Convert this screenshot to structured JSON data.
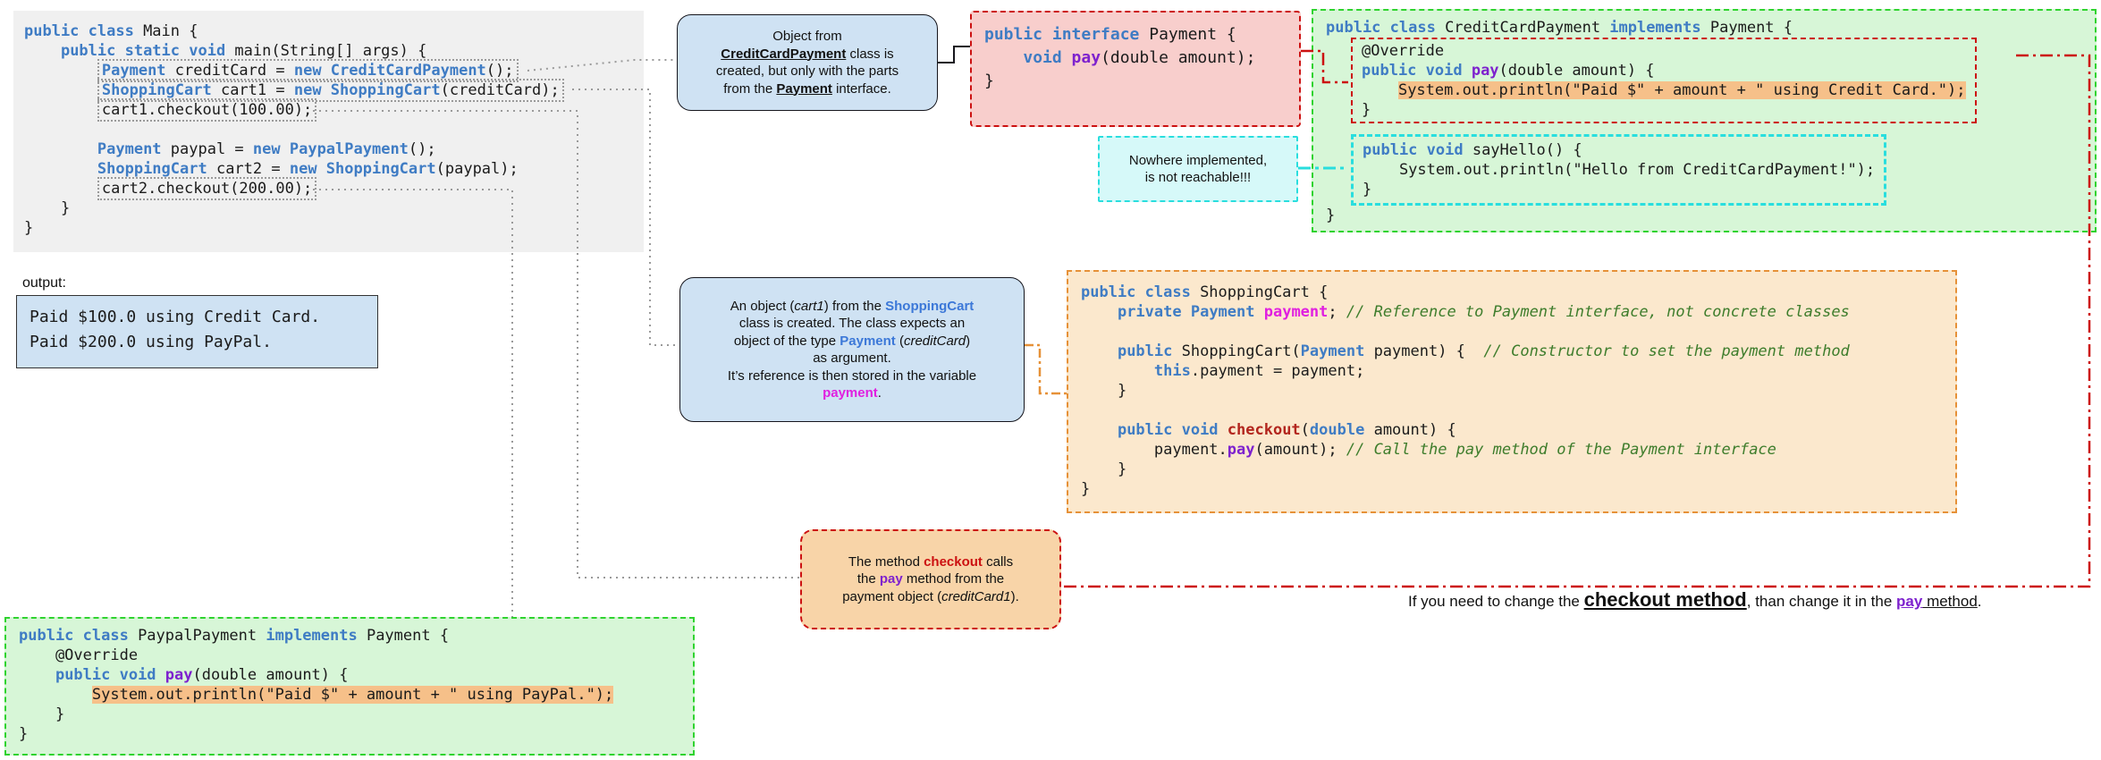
{
  "palette": {
    "keyword_blue": "#3f7cc4",
    "method_purple": "#7e22ce",
    "field_magenta": "#e020e0",
    "checkout_red": "#b3261e",
    "comment_green": "#3e7d2c",
    "highlight_orange": "#f6c089",
    "panel_gray": "#f0f0f0",
    "blue_fill": "#cfe2f3",
    "pink_fill": "#f8cecc",
    "green_fill": "#d7f6d7",
    "green_border": "#2fd32f",
    "cyan_fill": "#d6f9f9",
    "cyan_border": "#29dede",
    "orange_fill": "#fbe8cd",
    "orange_border": "#e69138",
    "red_border": "#cc1111",
    "dotted_gray": "#9a9a9a"
  },
  "main_code": {
    "lines": [
      {
        "seg": [
          {
            "t": "public class ",
            "c": "k"
          },
          {
            "t": "Main {",
            "c": ""
          }
        ]
      },
      {
        "seg": [
          {
            "t": "    ",
            "c": ""
          },
          {
            "t": "public static void ",
            "c": "k"
          },
          {
            "t": "main(String[] args) {",
            "c": ""
          }
        ]
      },
      {
        "ind": "        ",
        "box": true,
        "seg": [
          {
            "t": "Payment",
            "c": "k"
          },
          {
            "t": " creditCard = ",
            "c": ""
          },
          {
            "t": "new ",
            "c": "k"
          },
          {
            "t": "CreditCardPayment",
            "c": "k"
          },
          {
            "t": "();",
            "c": ""
          }
        ]
      },
      {
        "ind": "        ",
        "box": true,
        "seg": [
          {
            "t": "ShoppingCart",
            "c": "k"
          },
          {
            "t": " cart1 = ",
            "c": ""
          },
          {
            "t": "new ",
            "c": "k"
          },
          {
            "t": "ShoppingCart",
            "c": "k"
          },
          {
            "t": "(creditCard);",
            "c": ""
          }
        ]
      },
      {
        "ind": "        ",
        "box": true,
        "seg": [
          {
            "t": "cart1.checkout(100.00);",
            "c": ""
          }
        ]
      },
      {
        "seg": []
      },
      {
        "ind": "        ",
        "seg": [
          {
            "t": "Payment",
            "c": "k"
          },
          {
            "t": " paypal = ",
            "c": ""
          },
          {
            "t": "new ",
            "c": "k"
          },
          {
            "t": "PaypalPayment",
            "c": "k"
          },
          {
            "t": "();",
            "c": ""
          }
        ]
      },
      {
        "ind": "        ",
        "seg": [
          {
            "t": "ShoppingCart",
            "c": "k"
          },
          {
            "t": " cart2 = ",
            "c": ""
          },
          {
            "t": "new ",
            "c": "k"
          },
          {
            "t": "ShoppingCart",
            "c": "k"
          },
          {
            "t": "(paypal);",
            "c": ""
          }
        ]
      },
      {
        "ind": "        ",
        "box": true,
        "seg": [
          {
            "t": "cart2.checkout(200.00);",
            "c": ""
          }
        ]
      },
      {
        "seg": [
          {
            "t": "    }",
            "c": ""
          }
        ]
      },
      {
        "seg": [
          {
            "t": "}",
            "c": ""
          }
        ]
      }
    ]
  },
  "callout_object": {
    "lines": [
      {
        "seg": [
          {
            "t": "Object from",
            "c": ""
          }
        ]
      },
      {
        "seg": [
          {
            "t": "CreditCardPayment",
            "c": "bu"
          },
          {
            "t": " class is",
            "c": ""
          }
        ]
      },
      {
        "seg": [
          {
            "t": "created, but only with the parts",
            "c": ""
          }
        ]
      },
      {
        "seg": [
          {
            "t": "from the ",
            "c": ""
          },
          {
            "t": "Payment",
            "c": "bu"
          },
          {
            "t": " interface.",
            "c": ""
          }
        ]
      }
    ]
  },
  "interface_box": {
    "lines": [
      {
        "seg": [
          {
            "t": "public interface ",
            "c": "k"
          },
          {
            "t": "Payment {",
            "c": ""
          }
        ]
      },
      {
        "seg": [
          {
            "t": "    ",
            "c": ""
          },
          {
            "t": "void ",
            "c": "k"
          },
          {
            "t": "pay",
            "c": "m"
          },
          {
            "t": "(double amount);",
            "c": ""
          }
        ]
      },
      {
        "seg": [
          {
            "t": "}",
            "c": ""
          }
        ]
      }
    ]
  },
  "creditcard_box": {
    "head": [
      {
        "seg": [
          {
            "t": "public class ",
            "c": "k"
          },
          {
            "t": "CreditCardPayment ",
            "c": ""
          },
          {
            "t": "implements ",
            "c": "k"
          },
          {
            "t": "Payment {",
            "c": ""
          }
        ]
      }
    ],
    "pay_method": [
      {
        "seg": [
          {
            "t": "@Override",
            "c": ""
          }
        ]
      },
      {
        "seg": [
          {
            "t": "public void ",
            "c": "k"
          },
          {
            "t": "pay",
            "c": "m"
          },
          {
            "t": "(double amount) {",
            "c": ""
          }
        ]
      },
      {
        "seg": [
          {
            "t": "    ",
            "c": ""
          },
          {
            "t": "System.out.println(\"Paid $\" + amount + \" using Credit Card.\");",
            "c": "hl"
          }
        ]
      },
      {
        "seg": [
          {
            "t": "}",
            "c": ""
          }
        ]
      }
    ],
    "say_hello": [
      {
        "seg": [
          {
            "t": "public void ",
            "c": "k"
          },
          {
            "t": "sayHello() {",
            "c": ""
          }
        ]
      },
      {
        "seg": [
          {
            "t": "    System.out.println(\"Hello from CreditCardPayment!\");",
            "c": ""
          }
        ]
      },
      {
        "seg": [
          {
            "t": "}",
            "c": ""
          }
        ]
      }
    ],
    "tail": [
      {
        "seg": [
          {
            "t": "}",
            "c": ""
          }
        ]
      }
    ]
  },
  "callout_unreachable": {
    "lines": [
      {
        "seg": [
          {
            "t": "Nowhere implemented,",
            "c": ""
          }
        ]
      },
      {
        "seg": [
          {
            "t": "is not reachable!!!",
            "c": ""
          }
        ]
      }
    ]
  },
  "output": {
    "label": "output:",
    "lines": [
      {
        "seg": [
          {
            "t": "Paid $100.0 using Credit Card.",
            "c": ""
          }
        ]
      },
      {
        "seg": [
          {
            "t": "Paid $200.0 using PayPal.",
            "c": ""
          }
        ]
      }
    ]
  },
  "callout_cart1": {
    "lines": [
      {
        "seg": [
          {
            "t": "An object (",
            "c": ""
          },
          {
            "t": "cart1",
            "c": "it"
          },
          {
            "t": ") from the ",
            "c": ""
          },
          {
            "t": "ShoppingCart",
            "c": "bb"
          }
        ]
      },
      {
        "seg": [
          {
            "t": "class is created. The class expects an",
            "c": ""
          }
        ]
      },
      {
        "seg": [
          {
            "t": "object of the type ",
            "c": ""
          },
          {
            "t": "Payment",
            "c": "bb"
          },
          {
            "t": " (",
            "c": ""
          },
          {
            "t": "creditCard",
            "c": "it"
          },
          {
            "t": ")",
            "c": ""
          }
        ]
      },
      {
        "seg": [
          {
            "t": "as argument.",
            "c": ""
          }
        ]
      },
      {
        "seg": [
          {
            "t": "It’s reference is then stored in the variable",
            "c": ""
          }
        ]
      },
      {
        "seg": [
          {
            "t": "payment",
            "c": "mb"
          },
          {
            "t": ".",
            "c": ""
          }
        ]
      }
    ]
  },
  "shoppingcart_box": {
    "lines": [
      {
        "seg": [
          {
            "t": "public class ",
            "c": "k"
          },
          {
            "t": "ShoppingCart {",
            "c": ""
          }
        ]
      },
      {
        "ind": "    ",
        "seg": [
          {
            "t": "private ",
            "c": "k"
          },
          {
            "t": "Payment ",
            "c": "k"
          },
          {
            "t": "payment",
            "c": "mg"
          },
          {
            "t": "; ",
            "c": ""
          },
          {
            "t": "// Reference to Payment interface, not concrete classes",
            "c": "c"
          }
        ]
      },
      {
        "seg": []
      },
      {
        "ind": "    ",
        "seg": [
          {
            "t": "public ",
            "c": "k"
          },
          {
            "t": "ShoppingCart(",
            "c": ""
          },
          {
            "t": "Payment",
            "c": "k"
          },
          {
            "t": " payment) {  ",
            "c": ""
          },
          {
            "t": "// Constructor to set the payment method",
            "c": "c"
          }
        ]
      },
      {
        "ind": "        ",
        "seg": [
          {
            "t": "this",
            "c": "th"
          },
          {
            "t": ".payment = payment;",
            "c": ""
          }
        ]
      },
      {
        "seg": [
          {
            "t": "    }",
            "c": ""
          }
        ]
      },
      {
        "seg": []
      },
      {
        "ind": "    ",
        "seg": [
          {
            "t": "public void ",
            "c": "k"
          },
          {
            "t": "checkout",
            "c": "r"
          },
          {
            "t": "(",
            "c": ""
          },
          {
            "t": "double",
            "c": "k"
          },
          {
            "t": " amount) {",
            "c": ""
          }
        ]
      },
      {
        "ind": "        ",
        "seg": [
          {
            "t": "payment.",
            "c": ""
          },
          {
            "t": "pay",
            "c": "m"
          },
          {
            "t": "(amount); ",
            "c": ""
          },
          {
            "t": "// Call the pay method of the Payment interface",
            "c": "c"
          }
        ]
      },
      {
        "seg": [
          {
            "t": "    }",
            "c": ""
          }
        ]
      },
      {
        "seg": [
          {
            "t": "}",
            "c": ""
          }
        ]
      }
    ]
  },
  "callout_checkout": {
    "lines": [
      {
        "seg": [
          {
            "t": "The method ",
            "c": ""
          },
          {
            "t": "checkout",
            "c": "rb"
          },
          {
            "t": " calls",
            "c": ""
          }
        ]
      },
      {
        "seg": [
          {
            "t": "the ",
            "c": ""
          },
          {
            "t": "pay",
            "c": "pb"
          },
          {
            "t": " method from the",
            "c": ""
          }
        ]
      },
      {
        "seg": [
          {
            "t": "payment object (",
            "c": ""
          },
          {
            "t": "creditCard1",
            "c": "it"
          },
          {
            "t": ").",
            "c": ""
          }
        ]
      }
    ]
  },
  "paypal_box": {
    "lines": [
      {
        "seg": [
          {
            "t": "public class ",
            "c": "k"
          },
          {
            "t": "PaypalPayment ",
            "c": ""
          },
          {
            "t": "implements ",
            "c": "k"
          },
          {
            "t": "Payment {",
            "c": ""
          }
        ]
      },
      {
        "seg": [
          {
            "t": "    @Override",
            "c": ""
          }
        ]
      },
      {
        "ind": "    ",
        "seg": [
          {
            "t": "public void ",
            "c": "k"
          },
          {
            "t": "pay",
            "c": "m"
          },
          {
            "t": "(double amount) {",
            "c": ""
          }
        ]
      },
      {
        "ind": "        ",
        "seg": [
          {
            "t": "System.out.println(\"Paid $\" + amount + \" using PayPal.\");",
            "c": "hl"
          }
        ]
      },
      {
        "seg": [
          {
            "t": "    }",
            "c": ""
          }
        ]
      },
      {
        "seg": [
          {
            "t": "}",
            "c": ""
          }
        ]
      }
    ]
  },
  "bottom_note": {
    "lines": [
      {
        "seg": [
          {
            "t": "If you need to change the ",
            "c": ""
          },
          {
            "t": "checkout method",
            "c": "big"
          },
          {
            "t": ", than change it in the ",
            "c": ""
          },
          {
            "t": "pay",
            "c": "pu"
          },
          {
            "t": " method",
            "c": "u"
          },
          {
            "t": ".",
            "c": ""
          }
        ]
      }
    ]
  }
}
